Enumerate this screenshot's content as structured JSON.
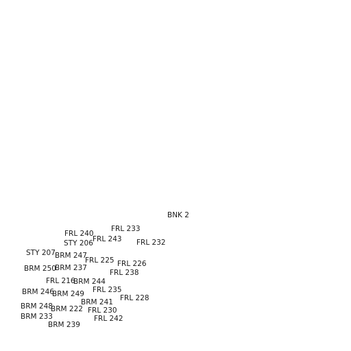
{
  "labels": {
    "bnk_2": "BNK 2",
    "frl_233": "FRL 233",
    "frl_240": "FRL 240",
    "frl_243": "FRL 243",
    "sty_206": "STY 206",
    "frl_232": "FRL 232",
    "sty_207": "STY 207",
    "brm_247": "BRM 247",
    "frl_225": "FRL 225",
    "frl_226": "FRL 226",
    "brm_250": "BRM 250",
    "brm_237": "BRM 237",
    "frl_238": "FRL 238",
    "frl_216": "FRL 216",
    "brm_244": "BRM 244",
    "frl_235": "FRL 235",
    "brm_246": "BRM 246",
    "brm_249": "BRM 249",
    "frl_228": "FRL 228",
    "brm_241": "BRM 241",
    "brm_248": "BRM 248",
    "brm_222": "BRM 222",
    "frl_230": "FRL 230",
    "brm_233": "BRM 233",
    "frl_242": "FRL 242",
    "brm_239": "BRM 239"
  }
}
